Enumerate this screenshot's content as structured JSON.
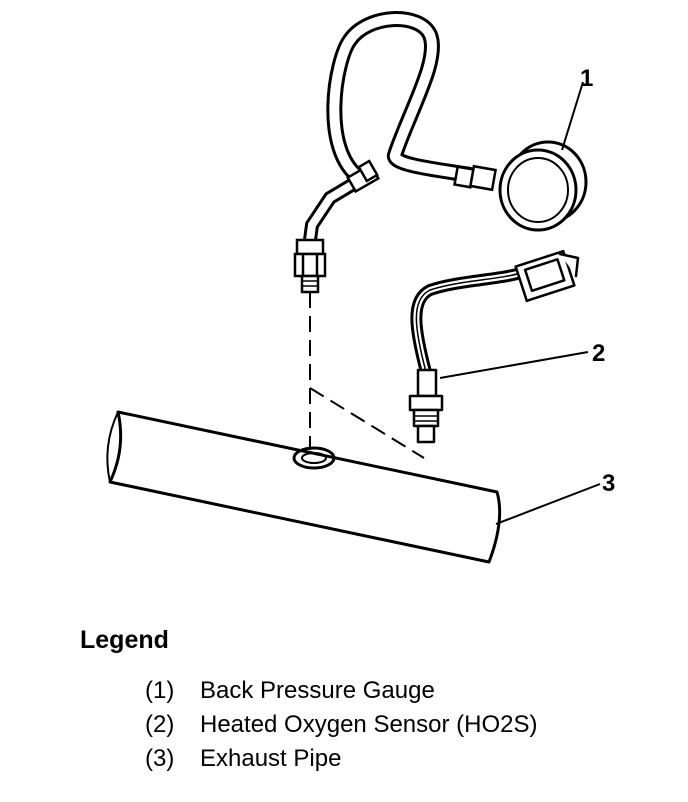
{
  "callouts": {
    "c1": "1",
    "c2": "2",
    "c3": "3"
  },
  "legend": {
    "title": "Legend",
    "items": [
      {
        "num": "(1)",
        "label": "Back Pressure Gauge"
      },
      {
        "num": "(2)",
        "label": "Heated Oxygen Sensor (HO2S)"
      },
      {
        "num": "(3)",
        "label": "Exhaust Pipe"
      }
    ]
  },
  "colors": {
    "ink": "#000000",
    "paper": "#ffffff"
  }
}
